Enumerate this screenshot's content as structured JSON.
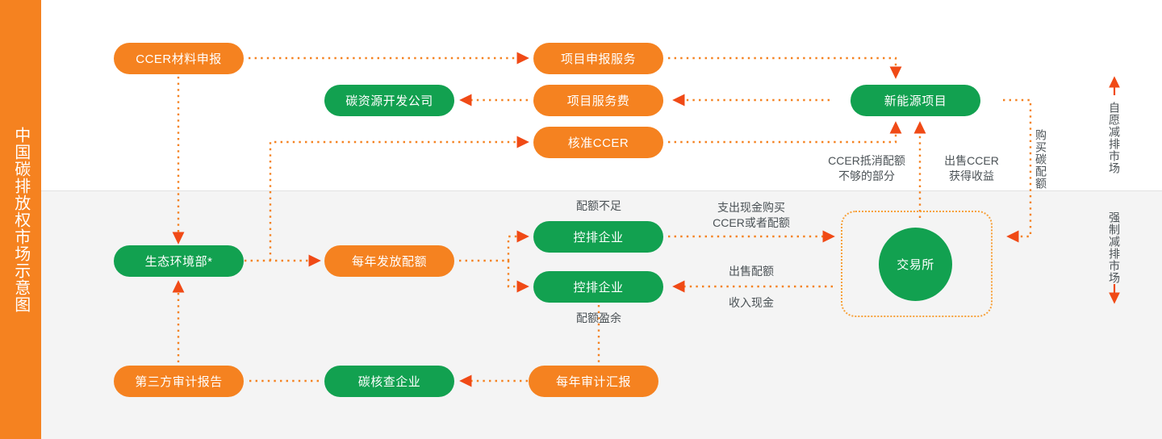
{
  "meta": {
    "colors": {
      "orange": "#f58220",
      "green": "#12a150",
      "label_text": "#4b5256",
      "band_top": "#ffffff",
      "band_bottom": "#f4f4f4",
      "dotted_line": "#f58220",
      "exchange_frame": "#f7a13a"
    }
  },
  "title_rail": {
    "text": "中国碳排放权市场示意图"
  },
  "nodes": {
    "ccer_material": {
      "label": "CCER材料申报",
      "color": "orange"
    },
    "project_declaration_service": {
      "label": "项目申报服务",
      "color": "orange"
    },
    "project_service_fee": {
      "label": "项目服务费",
      "color": "orange"
    },
    "approved_ccer": {
      "label": "核准CCER",
      "color": "orange"
    },
    "carbon_resource_dev_company": {
      "label": "碳资源开发公司",
      "color": "green"
    },
    "new_energy_project": {
      "label": "新能源项目",
      "color": "green"
    },
    "mee": {
      "label": "生态环境部*",
      "color": "green"
    },
    "annual_quota_issue": {
      "label": "每年发放配额",
      "color": "orange"
    },
    "controlled_enterprise_top": {
      "label": "控排企业",
      "color": "green"
    },
    "controlled_enterprise_bottom": {
      "label": "控排企业",
      "color": "green"
    },
    "exchange": {
      "label": "交易所",
      "color": "green"
    },
    "third_party_audit_report": {
      "label": "第三方审计报告",
      "color": "orange"
    },
    "carbon_verification_company": {
      "label": "碳核查企业",
      "color": "green"
    },
    "annual_audit_report": {
      "label": "每年审计汇报",
      "color": "orange"
    }
  },
  "edge_labels": {
    "quota_shortage": "配额不足",
    "quota_surplus": "配额盈余",
    "ccer_offset_gap": "CCER抵消配额\n不够的部分",
    "sell_ccer_gain": "出售CCER\n获得收益",
    "spend_cash_buy": "支出现金购买\nCCER或者配额",
    "sell_quota": "出售配额",
    "cash_income": "收入现金",
    "buy_carbon_quota": "购买碳配额"
  },
  "market_labels": {
    "voluntary": "自愿减排市场",
    "mandatory": "强制减排市场",
    "voluntary_arrow": "▲",
    "mandatory_arrow": "▼"
  }
}
